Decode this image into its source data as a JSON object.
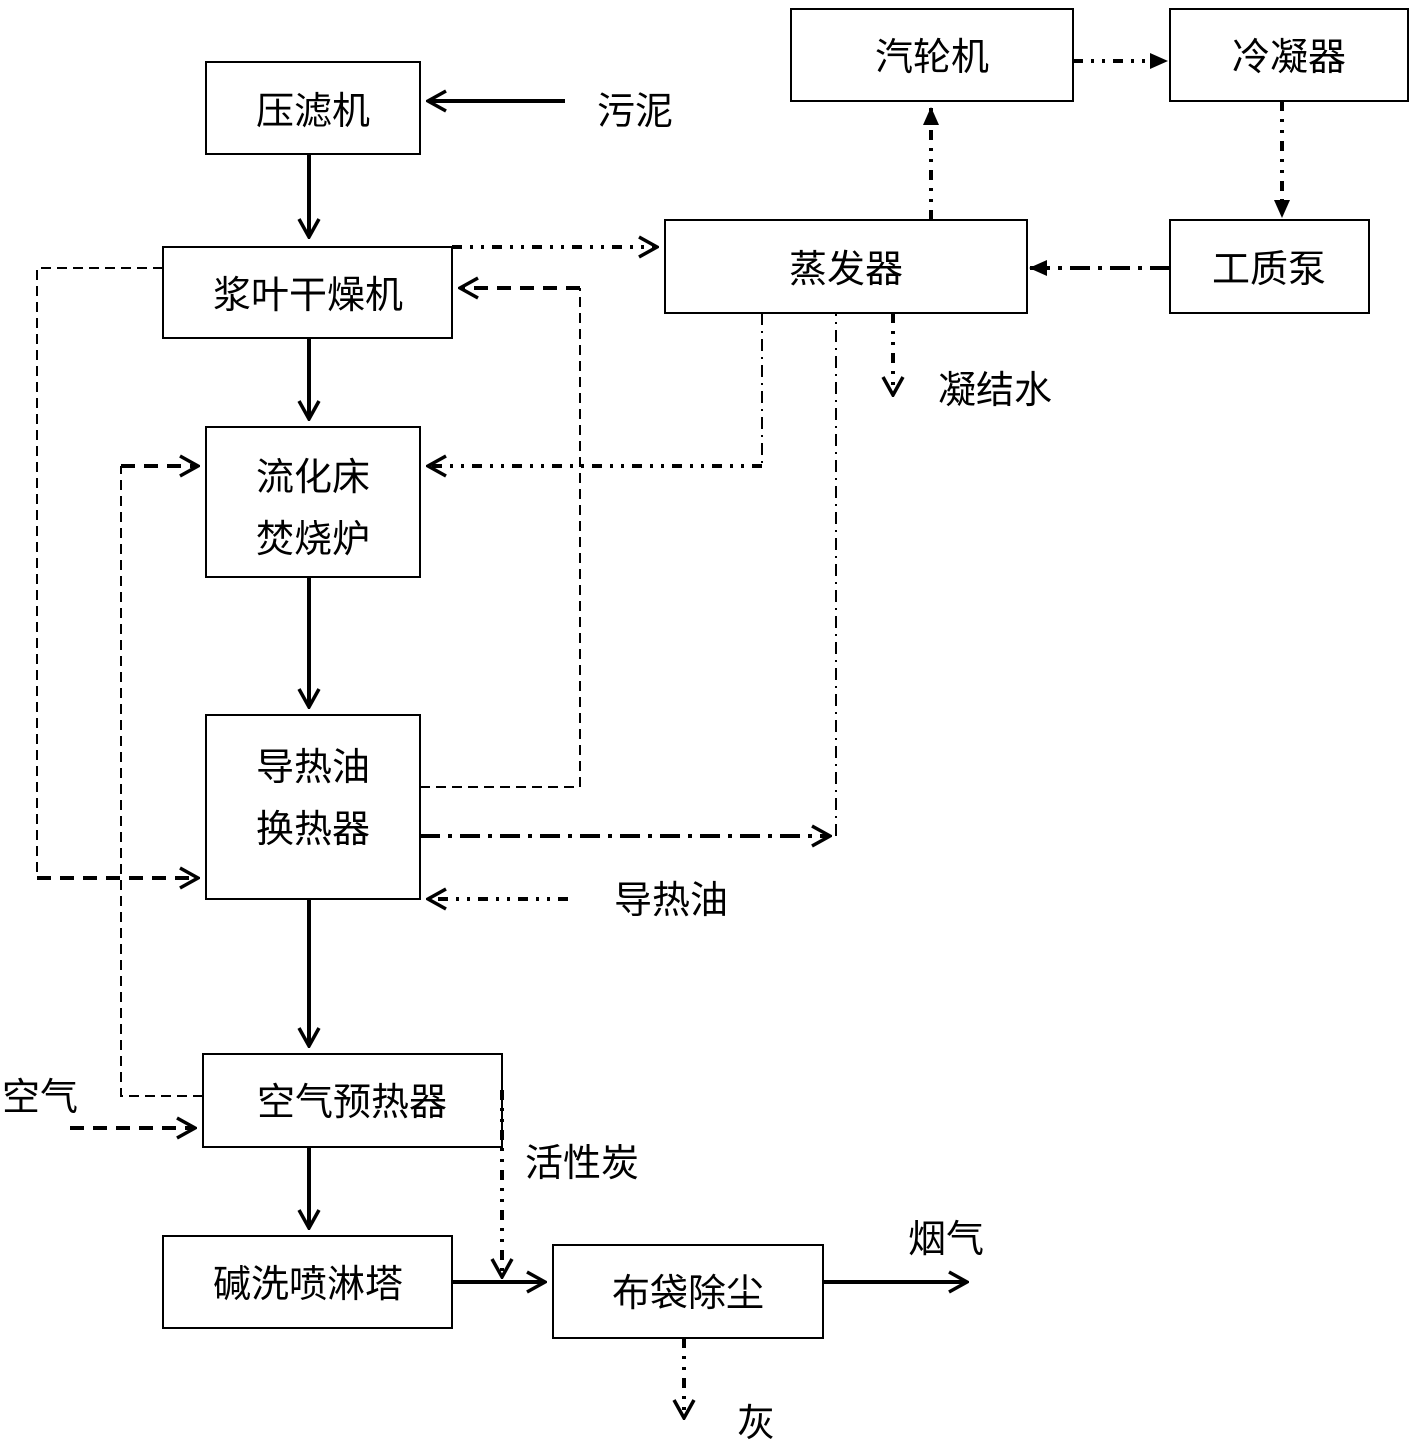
{
  "boxes": {
    "filter_press": "压滤机",
    "paddle_dryer": "浆叶干燥机",
    "fluidized_bed_line1": "流化床",
    "fluidized_bed_line2": "焚烧炉",
    "oil_exchanger_line1": "导热油",
    "oil_exchanger_line2": "换热器",
    "air_preheater": "空气预热器",
    "alkali_tower": "碱洗喷淋塔",
    "bag_filter": "布袋除尘",
    "evaporator": "蒸发器",
    "turbine": "汽轮机",
    "condenser": "冷凝器",
    "working_pump": "工质泵"
  },
  "labels": {
    "sludge": "污泥",
    "condensate": "凝结水",
    "thermal_oil": "导热油",
    "air": "空气",
    "activated_carbon": "活性炭",
    "flue_gas": "烟气",
    "ash": "灰"
  }
}
